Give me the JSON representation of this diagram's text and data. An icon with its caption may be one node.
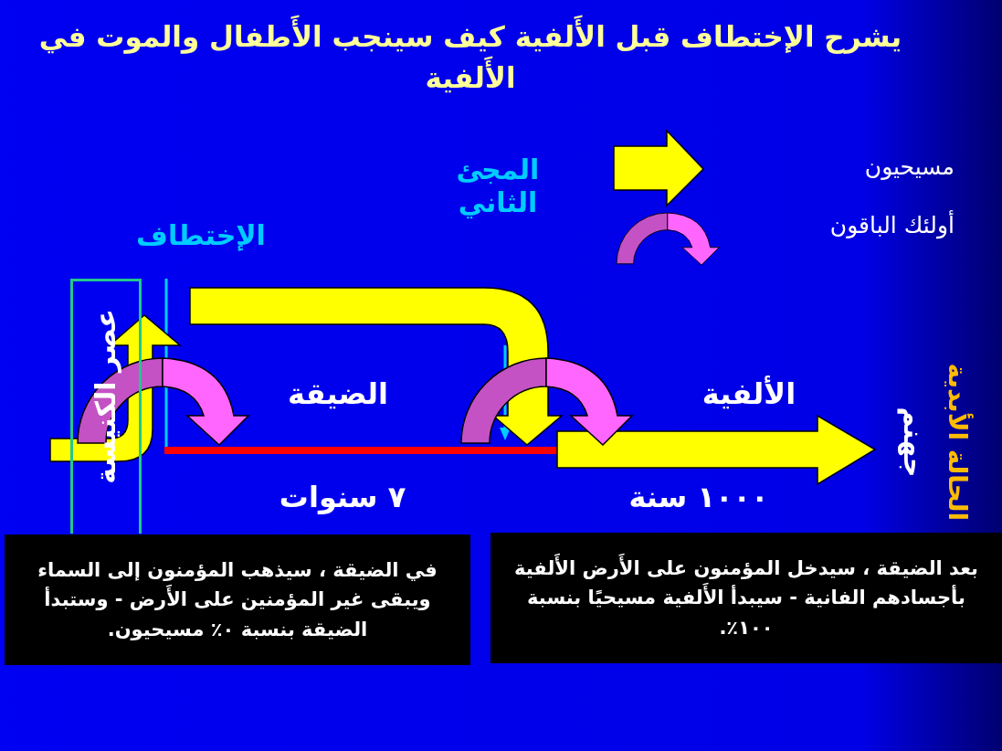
{
  "diagram": {
    "title": "يشرح الإختطاف قبل الأَلفية كيف سينجب الأَطفال والموت في الأَلفية",
    "nodes": [
      {
        "text": [
          "عصر الكنيسة"
        ]
      },
      {
        "text": [
          "في الضيقة ، سيذهب المؤمنون إلى السماء ويبقى غير المؤمنين على الأَرض - وستبدأ الضيقة بنسبة ٠٪ مسيحيون."
        ]
      },
      {
        "text": [
          "بعد الضيقة ، سيدخل المؤمنون على الأَرض الأَلفية بأجسادهم الفانية - سيبدأ الأَلفية مسيحيًا بنسبة ١٠٠٪."
        ]
      }
    ],
    "labels": [
      "المجئ الثاني",
      "الإختطاف",
      "الضيقة",
      "الألفية",
      "٧ سنوات",
      "١٠٠٠ سنة",
      "جهنم",
      "الحالة الأبدية"
    ],
    "legend": [
      {
        "text": "مسيحيون"
      },
      {
        "text": "أولئك الباقون"
      }
    ]
  }
}
